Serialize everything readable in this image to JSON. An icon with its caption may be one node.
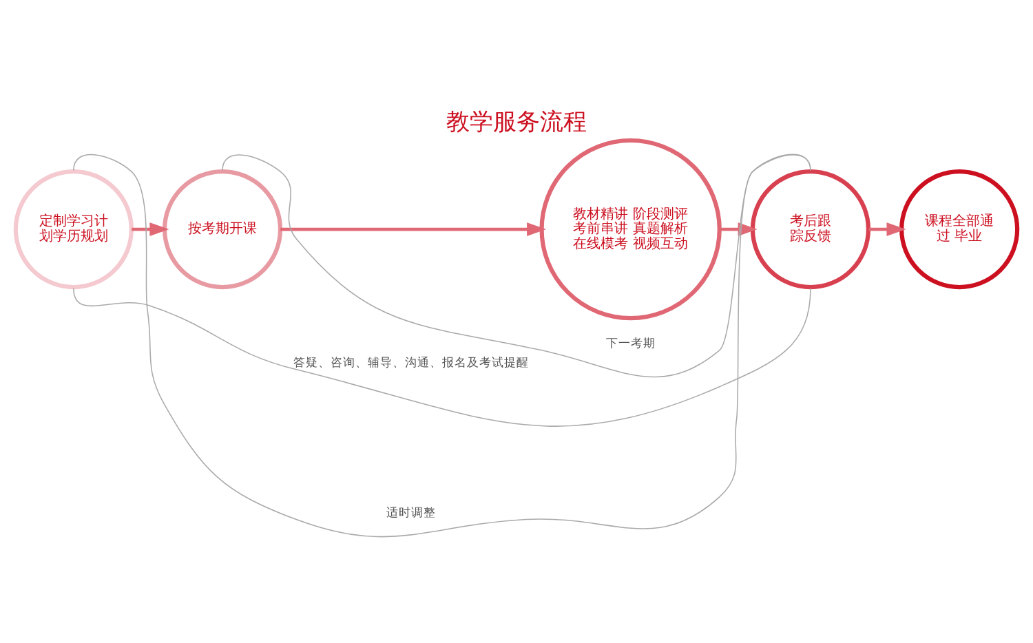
{
  "diagram": {
    "title": "教学服务流程",
    "nodes": [
      {
        "text": [
          "定制学习计划学历规划"
        ]
      },
      {
        "text": [
          "按考期开课"
        ]
      },
      {
        "text": [
          "教材精讲",
          "阶段测评",
          "考前串讲",
          "真题解析",
          "在线模考",
          "视频互动"
        ]
      },
      {
        "text": [
          "考后跟踪反馈"
        ]
      },
      {
        "text": [
          "课程全部通过 毕业"
        ]
      }
    ],
    "edges": [
      {
        "from": 0,
        "to": 1,
        "arrow": "to"
      },
      {
        "from": 1,
        "to": 2,
        "arrow": "to"
      },
      {
        "from": 2,
        "to": 3,
        "arrow": "to"
      },
      {
        "from": 3,
        "to": 4,
        "arrow": "to"
      },
      {
        "from": 3,
        "to": 0,
        "arrow": "none",
        "label": "适时调整",
        "color": "#aaaaaa"
      },
      {
        "from": 3,
        "to": 1,
        "arrow": "none",
        "label": "下一考期",
        "color": "#aaaaaa"
      },
      {
        "from": 0,
        "to": 3,
        "arrow": "none",
        "label": "答疑、咨询、辅导、沟通、报名及考试提醒",
        "color": "#aaaaaa"
      }
    ]
  }
}
